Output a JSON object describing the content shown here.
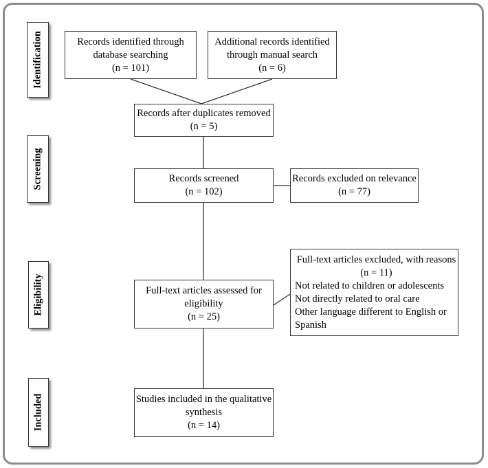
{
  "stages": {
    "identification": "Identification",
    "screening": "Screening",
    "eligibility": "Eligibility",
    "included": "Included"
  },
  "boxes": {
    "db_search": {
      "line1": "Records identified through",
      "line2": "database searching",
      "count": "(n = 101)"
    },
    "manual_search": {
      "line1": "Additional records identified",
      "line2": "through manual search",
      "count": "(n = 6)"
    },
    "duplicates": {
      "line1": "Records after duplicates removed",
      "count": "(n = 5)"
    },
    "screened": {
      "line1": "Records screened",
      "count": "(n = 102)"
    },
    "excluded_relevance": {
      "line1": "Records excluded on relevance",
      "count": "(n = 77)"
    },
    "fulltext_assessed": {
      "line1": "Full-text articles assessed for",
      "line2": "eligibility",
      "count": "(n = 25)"
    },
    "fulltext_excluded": {
      "title": "Full-text articles excluded, with reasons",
      "count": "(n = 11)",
      "reasons": [
        "Not related to children or adolescents",
        "Not directly related to oral care",
        "Other language different to English or",
        "Spanish"
      ]
    },
    "included": {
      "line1": "Studies included in the qualitative",
      "line2": "synthesis",
      "count": "(n = 14)"
    }
  }
}
